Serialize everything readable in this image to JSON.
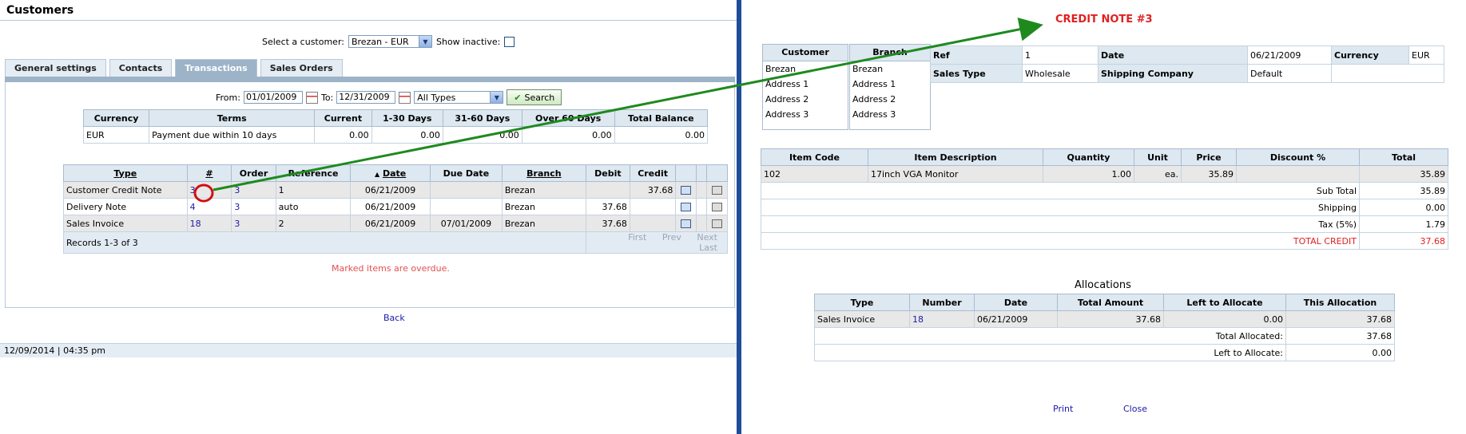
{
  "left": {
    "title": "Customers",
    "select_customer_label": "Select a customer:",
    "customer_value": "Brezan - EUR",
    "show_inactive_label": "Show inactive:",
    "tabs": [
      "General settings",
      "Contacts",
      "Transactions",
      "Sales Orders"
    ],
    "active_tab": "Transactions",
    "from_label": "From:",
    "from_value": "01/01/2009",
    "to_label": "To:",
    "to_value": "12/31/2009",
    "type_filter": "All Types",
    "search_label": "Search",
    "aging": {
      "headers": [
        "Currency",
        "Terms",
        "Current",
        "1-30 Days",
        "31-60 Days",
        "Over 60 Days",
        "Total Balance"
      ],
      "row": [
        "EUR",
        "Payment due within 10 days",
        "0.00",
        "0.00",
        "0.00",
        "0.00",
        "0.00"
      ]
    },
    "transactions": {
      "headers": [
        "Type",
        "#",
        "Order",
        "Reference",
        "Date",
        "Due Date",
        "Branch",
        "Debit",
        "Credit"
      ],
      "sort_indicator": "▲",
      "rows": [
        {
          "type": "Customer Credit Note",
          "num": "3",
          "order": "3",
          "ref": "1",
          "date": "06/21/2009",
          "due": "",
          "branch": "Brezan",
          "debit": "",
          "credit": "37.68"
        },
        {
          "type": "Delivery Note",
          "num": "4",
          "order": "3",
          "ref": "auto",
          "date": "06/21/2009",
          "due": "",
          "branch": "Brezan",
          "debit": "37.68",
          "credit": ""
        },
        {
          "type": "Sales Invoice",
          "num": "18",
          "order": "3",
          "ref": "2",
          "date": "06/21/2009",
          "due": "07/01/2009",
          "branch": "Brezan",
          "debit": "37.68",
          "credit": ""
        }
      ],
      "records": "Records 1-3 of 3",
      "nav": [
        "First",
        "Prev",
        "Next",
        "Last"
      ]
    },
    "overdue_note": "Marked items are overdue.",
    "back_label": "Back",
    "footer_text": "12/09/2014 | 04:35 pm"
  },
  "right": {
    "title": "CREDIT NOTE #3",
    "customer_box": {
      "header": "Customer",
      "lines": [
        "Brezan",
        "Address 1",
        "Address 2",
        "Address 3"
      ]
    },
    "branch_box": {
      "header": "Branch",
      "lines": [
        "Brezan",
        "Address 1",
        "Address 2",
        "Address 3"
      ]
    },
    "info": {
      "ref_label": "Ref",
      "ref": "1",
      "date_label": "Date",
      "date": "06/21/2009",
      "currency_label": "Currency",
      "currency": "EUR",
      "sales_type_label": "Sales Type",
      "sales_type": "Wholesale",
      "shipping_company_label": "Shipping Company",
      "shipping_company": "Default"
    },
    "items": {
      "headers": [
        "Item Code",
        "Item Description",
        "Quantity",
        "Unit",
        "Price",
        "Discount %",
        "Total"
      ],
      "rows": [
        [
          "102",
          "17inch VGA Monitor",
          "1.00",
          "ea.",
          "35.89",
          "",
          "35.89"
        ]
      ],
      "sub_total_label": "Sub Total",
      "sub_total": "35.89",
      "shipping_label": "Shipping",
      "shipping": "0.00",
      "tax_label": "Tax (5%)",
      "tax": "1.79",
      "total_label": "TOTAL CREDIT",
      "total": "37.68"
    },
    "allocations": {
      "title": "Allocations",
      "headers": [
        "Type",
        "Number",
        "Date",
        "Total Amount",
        "Left to Allocate",
        "This Allocation"
      ],
      "rows": [
        [
          "Sales Invoice",
          "18",
          "06/21/2009",
          "37.68",
          "0.00",
          "37.68"
        ]
      ],
      "total_allocated_label": "Total Allocated:",
      "total_allocated": "37.68",
      "left_label": "Left to Allocate:",
      "left": "0.00"
    },
    "print_label": "Print",
    "close_label": "Close"
  },
  "colors": {
    "accent_blue": "#1f4d99",
    "tab_active": "#9cb3c8",
    "header_bg": "#dde8f0",
    "alert_red": "#e02020",
    "arrow_green": "#1e8a1e",
    "highlight_red": "#d01010"
  }
}
